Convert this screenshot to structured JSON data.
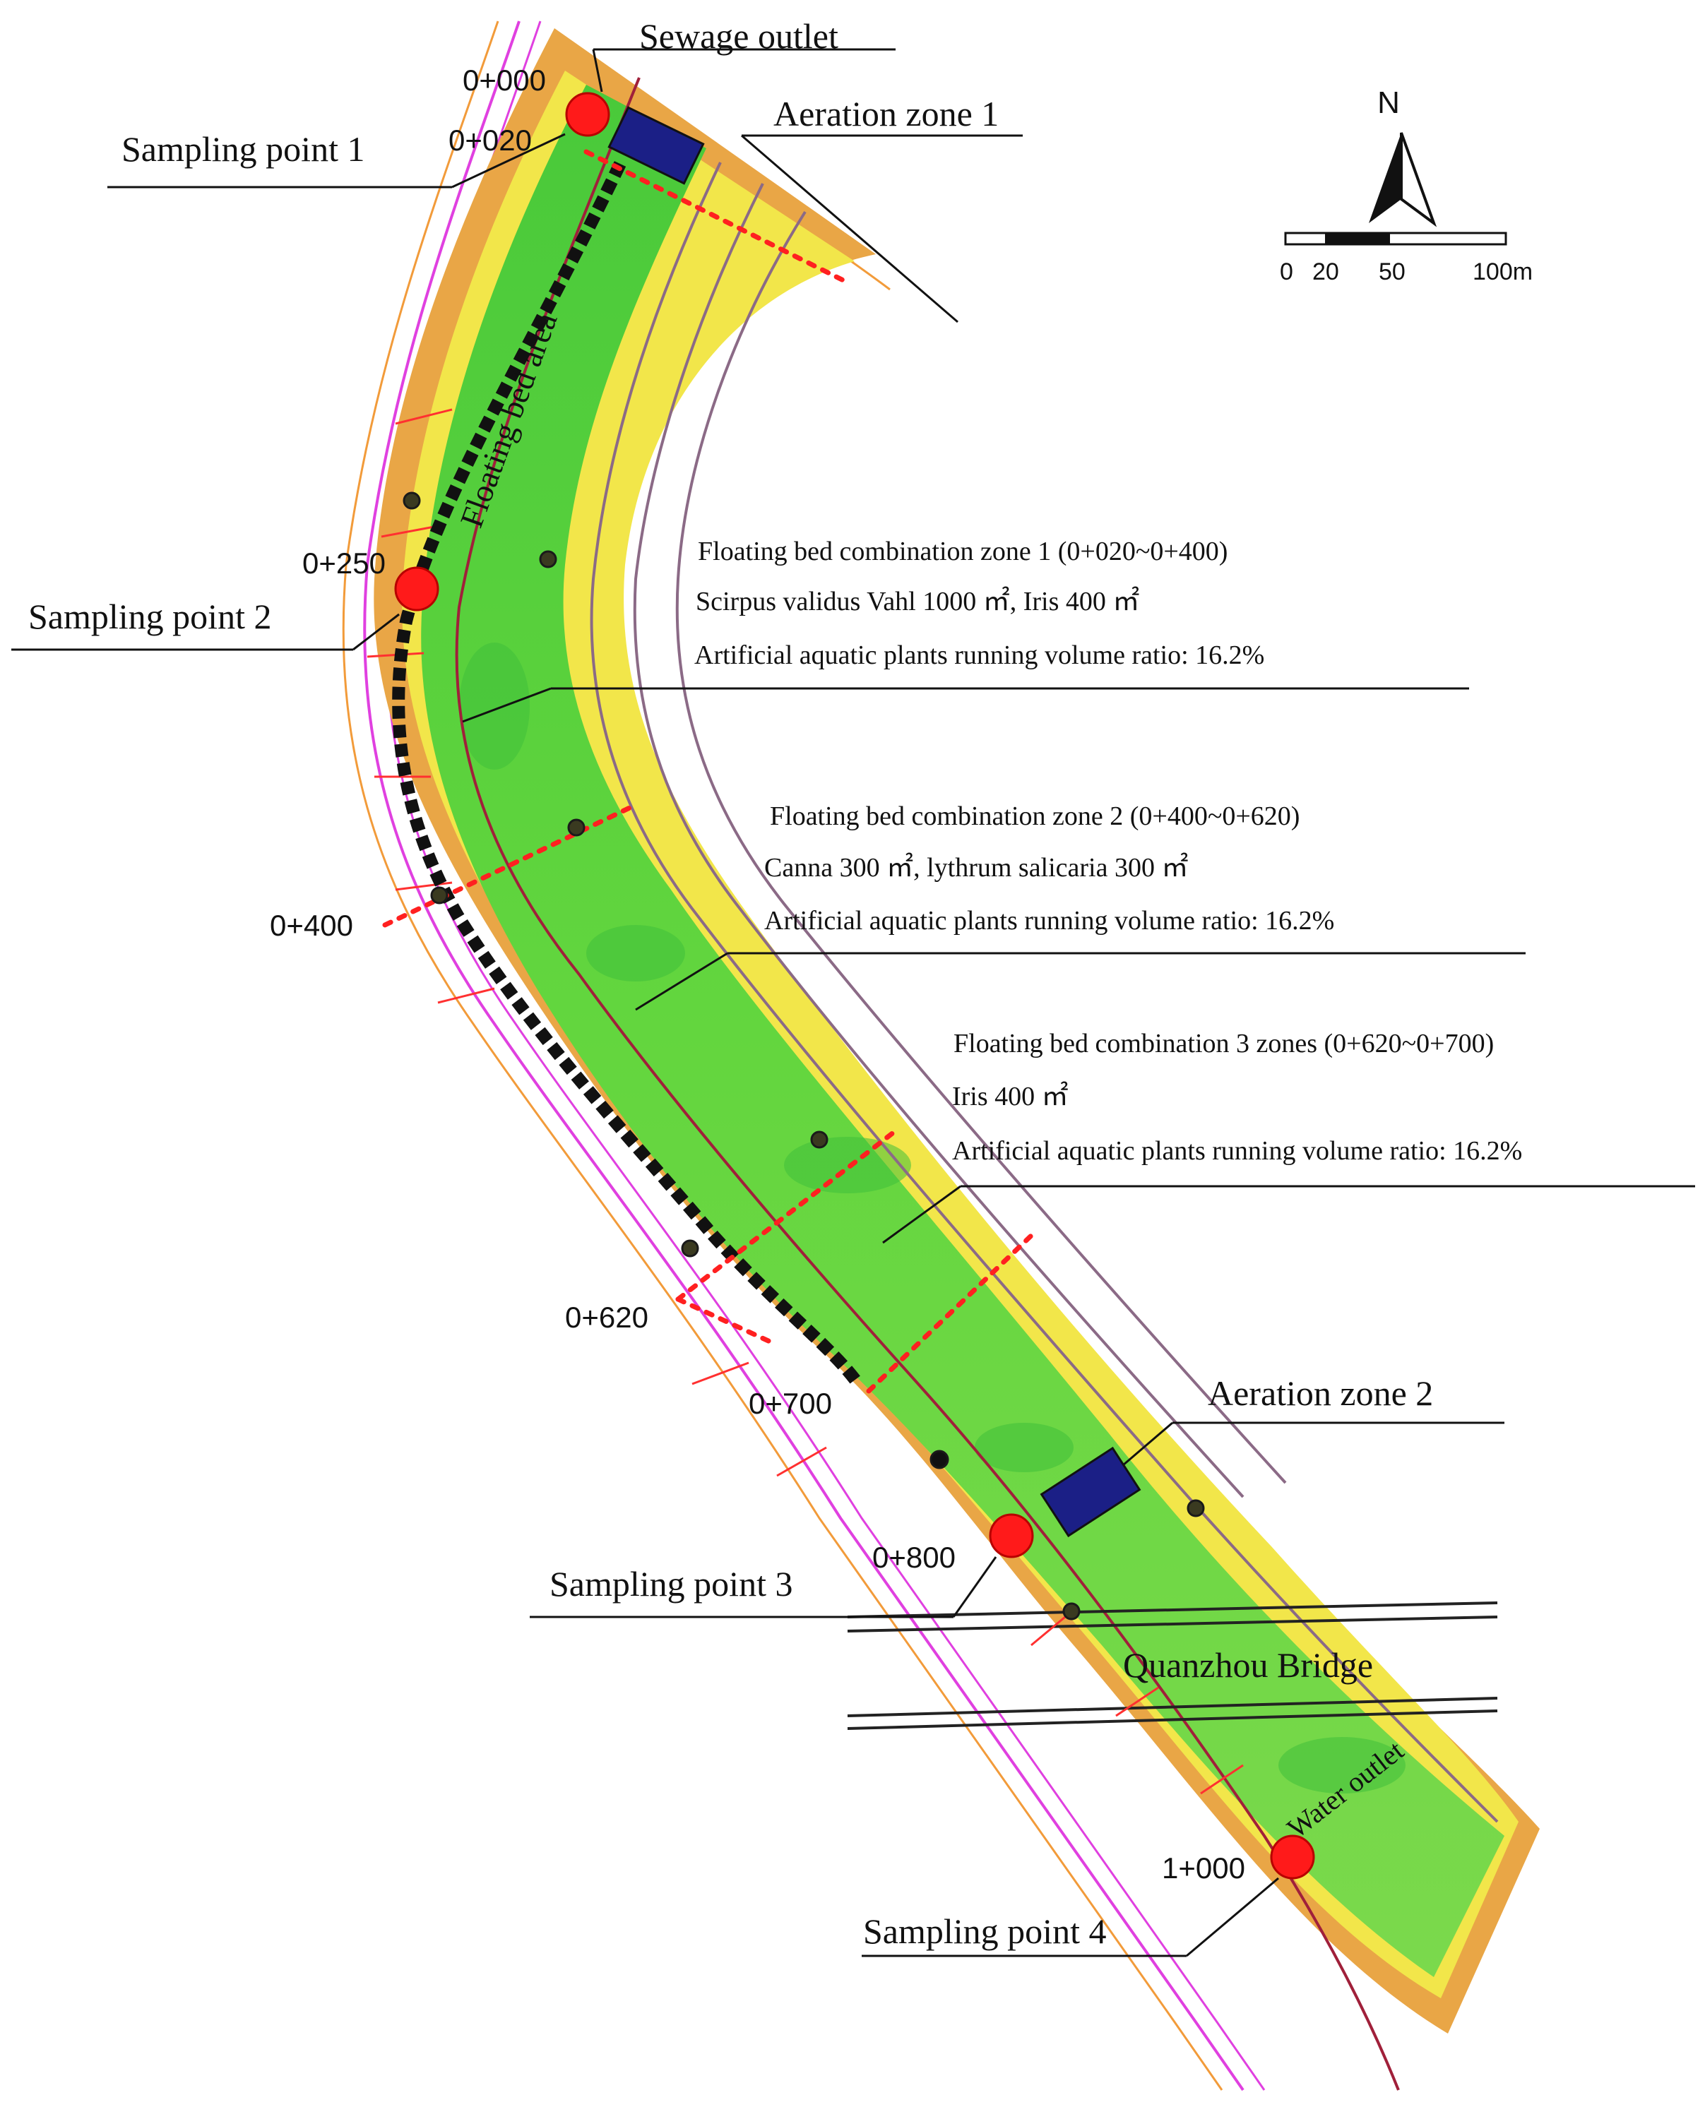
{
  "labels": {
    "sewage_outlet": "Sewage outlet",
    "aeration_zone_1": "Aeration zone 1",
    "aeration_zone_2": "Aeration zone 2",
    "sampling_point_1": "Sampling point 1",
    "sampling_point_2": "Sampling point 2",
    "sampling_point_3": "Sampling point 3",
    "sampling_point_4": "Sampling point 4",
    "floating_bed_area": "Floating bed area",
    "quanzhou_bridge": "Quanzhou Bridge",
    "water_outlet": "Water outlet"
  },
  "zones": [
    {
      "title": "Floating bed combination zone 1 (0+020~0+400)",
      "plants": "Scirpus validus Vahl 1000 ㎡, Iris 400 ㎡",
      "ratio": "Artificial aquatic plants running volume ratio: 16.2%"
    },
    {
      "title": "Floating bed combination zone 2 (0+400~0+620)",
      "plants": "Canna 300 ㎡, lythrum salicaria 300 ㎡",
      "ratio": "Artificial aquatic plants running volume ratio: 16.2%"
    },
    {
      "title": "Floating bed combination 3 zones (0+620~0+700)",
      "plants": "Iris 400 ㎡",
      "ratio": "Artificial aquatic plants running volume ratio: 16.2%"
    }
  ],
  "stations": [
    "0+000",
    "0+020",
    "0+250",
    "0+400",
    "0+620",
    "0+700",
    "0+800",
    "1+000"
  ],
  "compass": {
    "north": "N"
  },
  "scale": {
    "ticks": [
      "0",
      "20",
      "50",
      "100m"
    ]
  },
  "colors": {
    "water_green": "#5ed33a",
    "bank_yellow": "#f2e64a",
    "bank_orange": "#e9a646",
    "sampling_red": "#ff1a1a",
    "aeration_blue": "#1b1f86",
    "zone_divider_red": "#ff2020",
    "floating_bed_black": "#111111",
    "boundary_magenta": "#e040e0"
  }
}
